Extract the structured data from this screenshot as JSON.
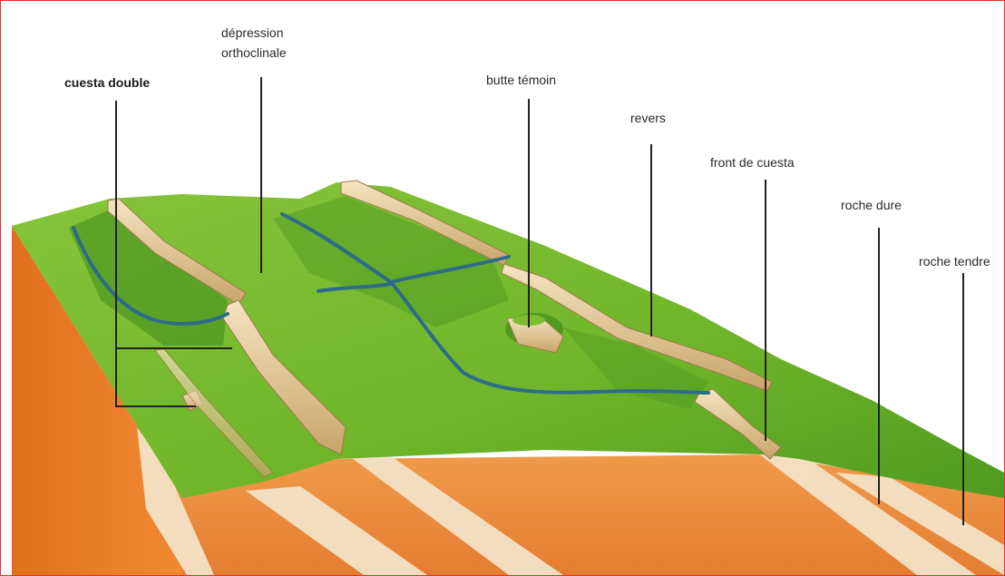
{
  "labels": {
    "cuesta_double": "cuesta double",
    "depression_line1": "dépression",
    "depression_line2": "orthoclinale",
    "butte_temoin": "butte témoin",
    "revers": "revers",
    "front_de_cuesta": "front de cuesta",
    "roche_dure": "roche dure",
    "roche_tendre": "roche tendre"
  },
  "colors": {
    "frame_border": "#e03030",
    "terrain_green": "#7cbe2f",
    "terrain_dark_green": "#3f8a1e",
    "soft_rock": "#e98a3c",
    "hard_rock": "#f1dcc0",
    "cliff": "#e8cf9d",
    "river": "#2e6b8a",
    "leader_line": "#222222"
  }
}
